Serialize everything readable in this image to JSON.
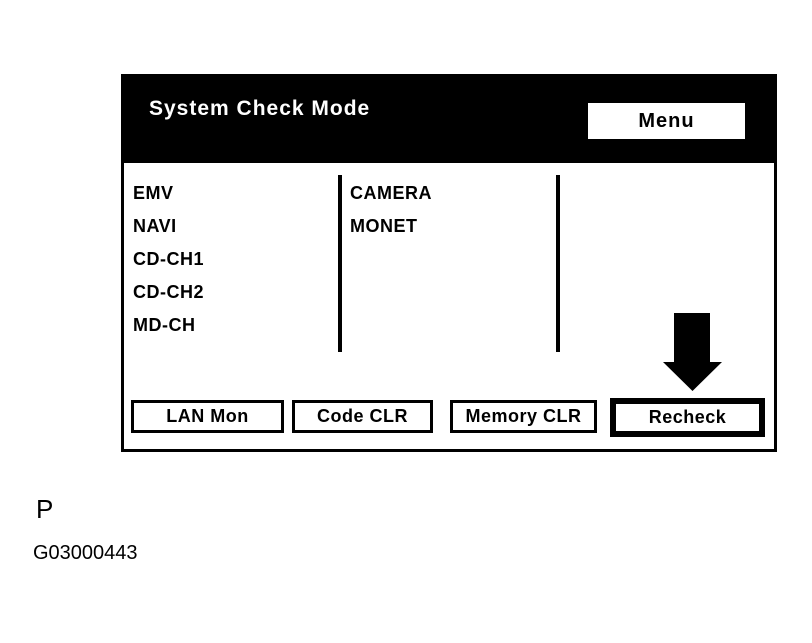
{
  "colors": {
    "screen_background": "#ffffff",
    "header_background": "#000000",
    "header_text": "#ffffff",
    "body_text": "#000000",
    "button_background": "#ffffff",
    "button_border": "#000000"
  },
  "screen": {
    "title": "System Check Mode",
    "menu_button_label": "Menu",
    "device_columns": [
      {
        "items": [
          "EMV",
          "NAVI",
          "CD-CH1",
          "CD-CH2",
          "MD-CH"
        ]
      },
      {
        "items": [
          "CAMERA",
          "MONET"
        ]
      },
      {
        "items": []
      }
    ],
    "buttons": [
      {
        "label": "LAN Mon",
        "highlighted": false
      },
      {
        "label": "Code CLR",
        "highlighted": false
      },
      {
        "label": "Memory CLR",
        "highlighted": false
      },
      {
        "label": "Recheck",
        "highlighted": true
      }
    ],
    "callout": {
      "arrow": "down",
      "points_at": "Recheck"
    }
  },
  "figure": {
    "panel_label": "P",
    "figure_id": "G03000443"
  }
}
